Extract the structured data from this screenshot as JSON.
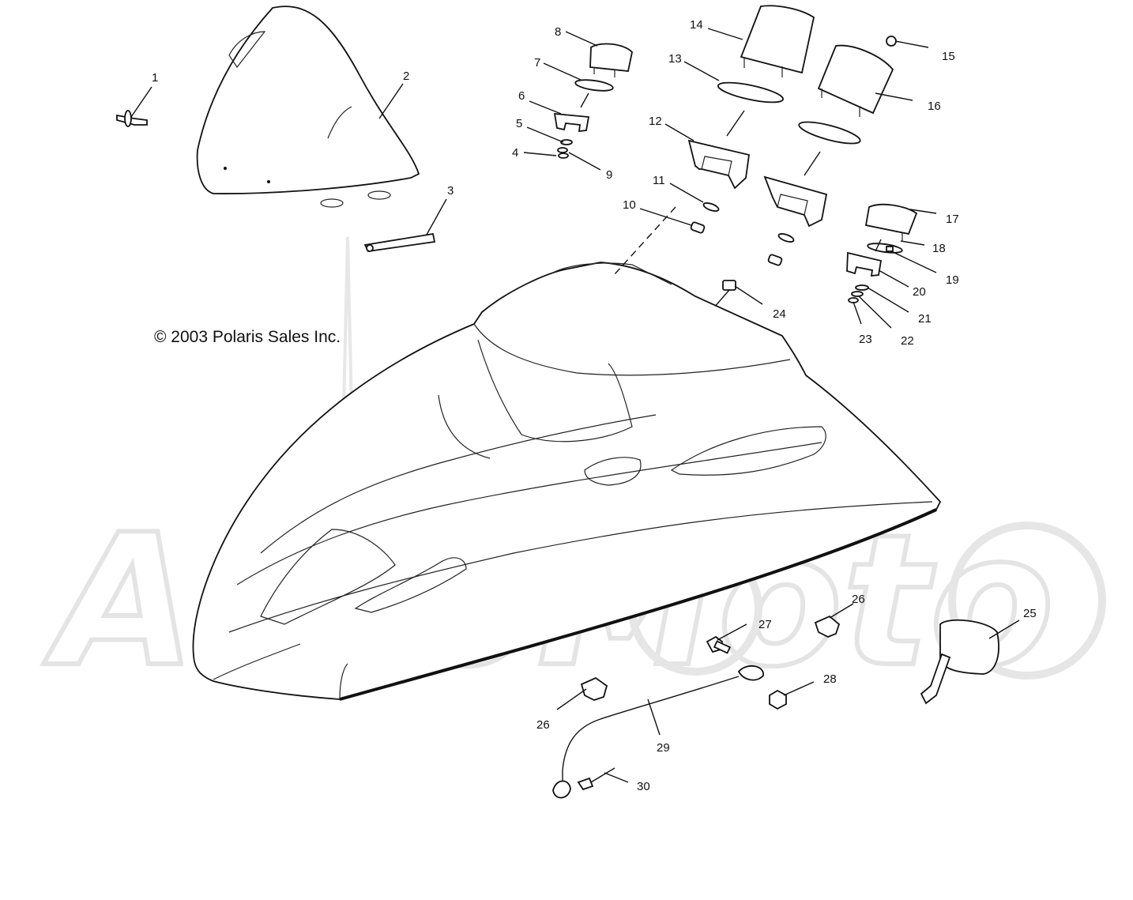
{
  "copyright": "© 2003 Polaris Sales Inc.",
  "watermark": "AutoMoto",
  "callouts": [
    "1",
    "2",
    "3",
    "4",
    "5",
    "6",
    "7",
    "8",
    "9",
    "10",
    "11",
    "12",
    "13",
    "14",
    "15",
    "16",
    "17",
    "18",
    "19",
    "20",
    "21",
    "22",
    "23",
    "24",
    "25",
    "26",
    "26",
    "27",
    "28",
    "29",
    "30"
  ]
}
